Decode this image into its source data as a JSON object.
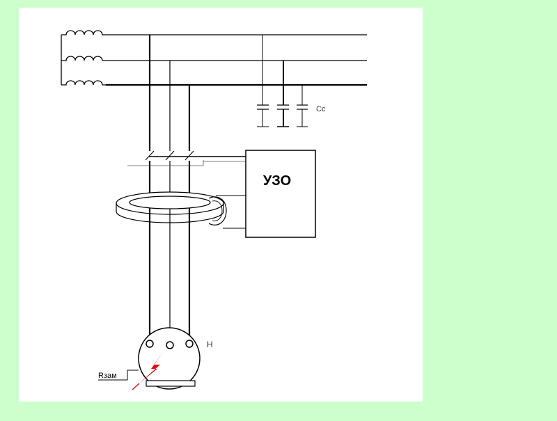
{
  "colors": {
    "background": "#ccffcc",
    "panel": "#ffffff",
    "line": "#000000",
    "thin_line": "#555555",
    "fault_arrow": "#e01010"
  },
  "labels": {
    "device": "УЗО",
    "capacitance": "Сс",
    "load": "Н",
    "grounding_resistance": "Rзам"
  },
  "icons": {
    "phase_windings": "coil-icon",
    "leakage_capacitors": "capacitor-icon",
    "fault": "lightning-icon"
  }
}
